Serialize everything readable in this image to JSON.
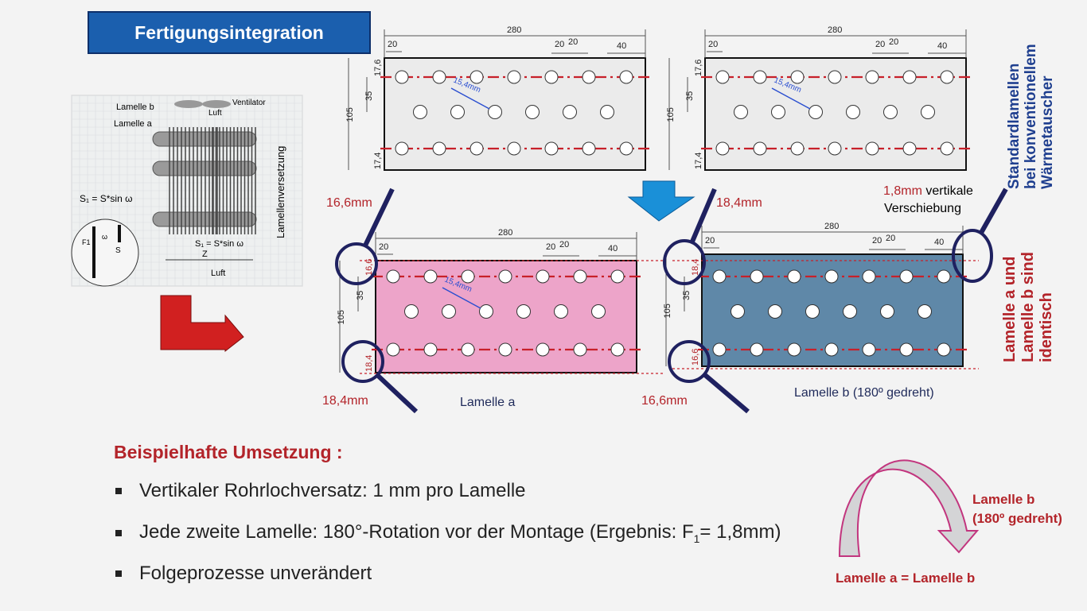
{
  "title": "Fertigungsintegration",
  "illustration": {
    "label_lamelle_b": "Lamelle b",
    "label_lamelle_a": "Lamelle a",
    "label_ventilator": "Ventilator",
    "label_luft_top": "Luft",
    "label_formula_left": "S₁ = S*sin ω",
    "label_formula_bottom": "S₁ = S*sin ω",
    "label_z": "Z",
    "label_luft_bottom": "Luft",
    "label_f1": "F1",
    "label_s": "S",
    "label_omega": "ω",
    "label_vertical": "Lamellenversetzung"
  },
  "plates": {
    "dims": {
      "width": "280",
      "left_pitch": "20",
      "pitch_a": "20",
      "pitch_b": "20",
      "right_margin": "40",
      "height": "105",
      "row_spacing": "35",
      "hole_diameter": "15,4mm"
    },
    "top_left": {
      "top_offset": "17,6",
      "bottom_offset": "17,4"
    },
    "top_right": {
      "top_offset": "17,6",
      "bottom_offset": "17,4"
    },
    "bottom_left": {
      "top_offset": "16,6",
      "bottom_offset": "18,4",
      "caption": "Lamelle a",
      "callout_top": "16,6mm",
      "callout_bottom": "18,4mm"
    },
    "bottom_right": {
      "top_offset": "18,4",
      "bottom_offset": "16,6",
      "caption": "Lamelle b (180º gedreht)",
      "callout_top": "18,4mm",
      "callout_bottom": "16,6mm"
    }
  },
  "annotations": {
    "shift_value": "1,8mm",
    "shift_text_1": " vertikale",
    "shift_text_2": "Verschiebung",
    "standard_lines": [
      "Standardlamellen",
      "bei konventionellem",
      "Wärmetauscher"
    ],
    "identical_lines": [
      "Lamelle a und",
      "Lamelle b sind",
      "identisch"
    ]
  },
  "implementation": {
    "heading": "Beispielhafte Umsetzung :",
    "bullet_1": "Vertikaler Rohrlochversatz: 1 mm pro Lamelle",
    "bullet_2_pre": "Jede zweite Lamelle: 180°-Rotation vor der Montage (Ergebnis: F",
    "bullet_2_sub": "1",
    "bullet_2_post": "= 1,8mm)",
    "bullet_3": "Folgeprozesse unverändert"
  },
  "rotation": {
    "label_b_1": "Lamelle b",
    "label_b_2": "(180º gedreht)",
    "equation": "Lamelle a = Lamelle b"
  },
  "colors": {
    "title_blue": "#1b5fae",
    "accent_red": "#b3242a",
    "navy": "#1f2160",
    "pink_plate": "#eda4c9",
    "blue_plate": "#5f88a8",
    "gray_plate": "#ebebeb"
  }
}
